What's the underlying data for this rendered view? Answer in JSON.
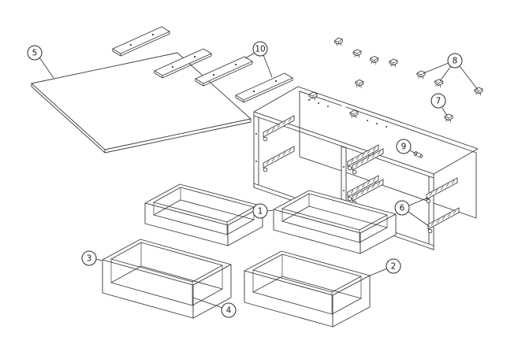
{
  "diagram": {
    "callouts": [
      "1",
      "2",
      "3",
      "4",
      "5",
      "6",
      "7",
      "8",
      "9",
      "10"
    ],
    "colors": {
      "line": "#3a3a3a",
      "background": "#ffffff"
    }
  }
}
